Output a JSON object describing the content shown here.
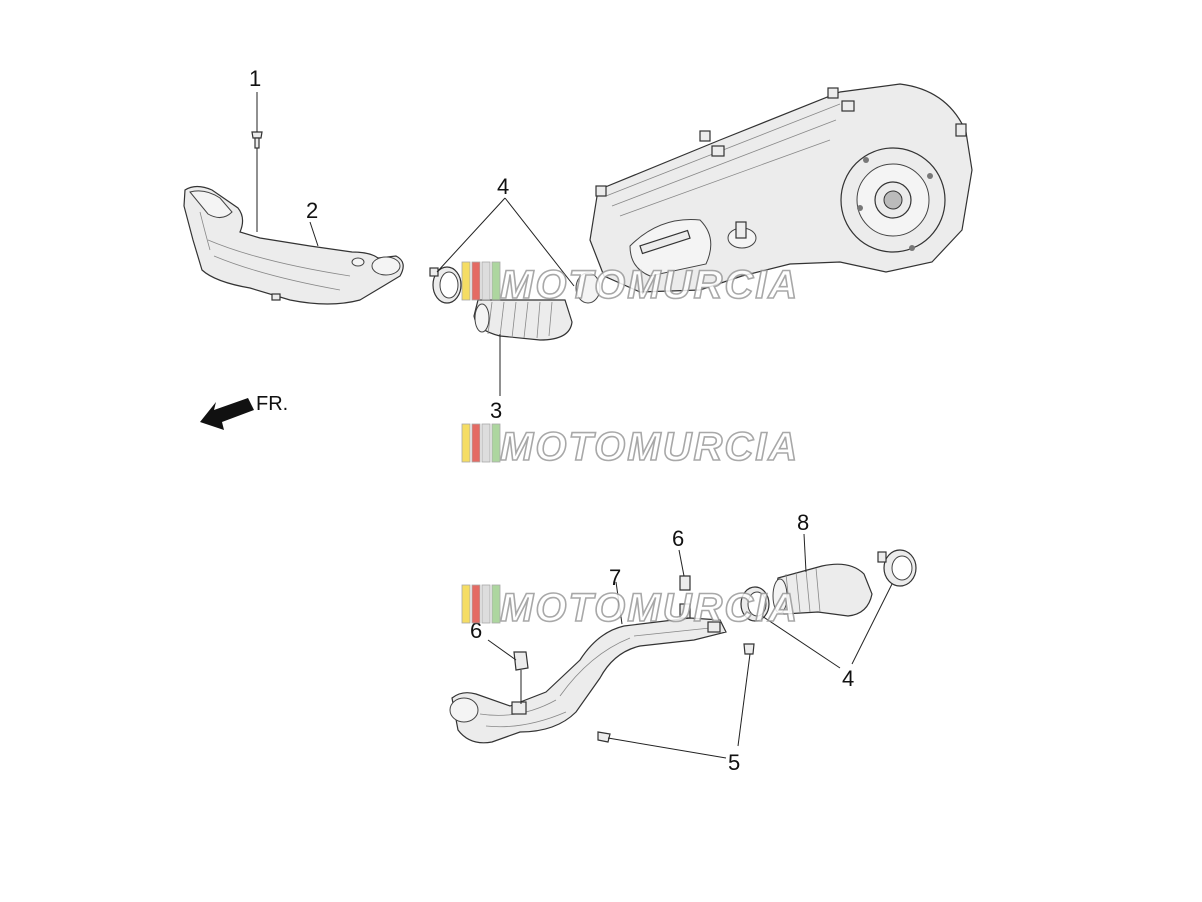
{
  "watermark": {
    "text": "MOTOMURCIA",
    "stripe_colors": [
      "#f4d84a",
      "#e0524a",
      "#d8d8d8",
      "#9fcf8f"
    ]
  },
  "direction": {
    "label": "FR."
  },
  "callouts": {
    "c1": "1",
    "c2": "2",
    "c3": "3",
    "c4_top": "4",
    "c4_bottom": "4",
    "c5": "5",
    "c6_top": "6",
    "c6_left": "6",
    "c7": "7",
    "c8": "8"
  }
}
